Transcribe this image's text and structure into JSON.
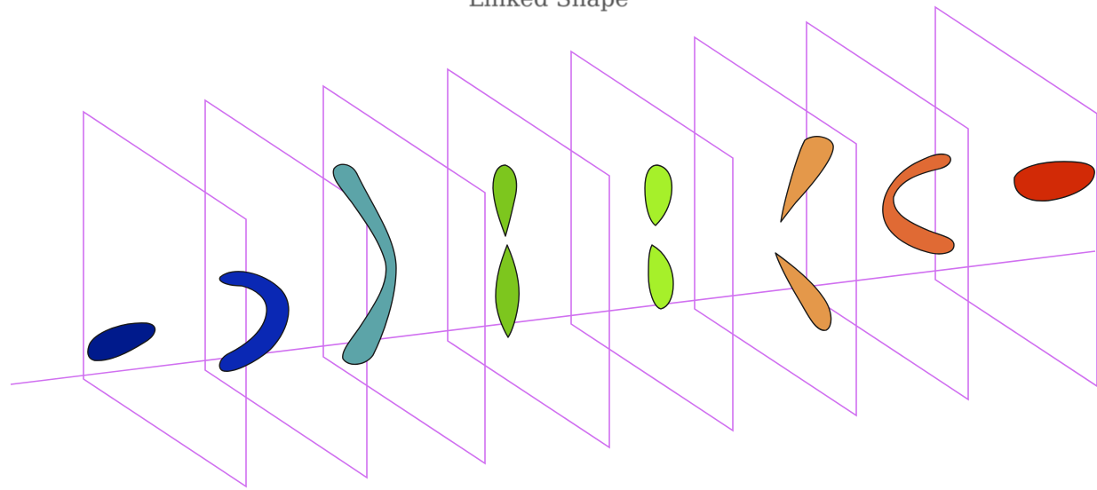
{
  "title": "Linked Shape",
  "palette": {
    "frame": "#d070f0",
    "outline": "#1a1a1a"
  },
  "slices": [
    {
      "index": 1,
      "color": "#001a8c",
      "shape": "ellipse"
    },
    {
      "index": 2,
      "color": "#0a28b4",
      "shape": "arc"
    },
    {
      "index": 3,
      "color": "#5ca4a8",
      "shape": "twisted-ribbon"
    },
    {
      "index": 4,
      "color": "#7dc61e",
      "shape": "two-lobes"
    },
    {
      "index": 5,
      "color": "#a6f02a",
      "shape": "two-lobes"
    },
    {
      "index": 6,
      "color": "#e4984a",
      "shape": "split-wedges"
    },
    {
      "index": 7,
      "color": "#e06a34",
      "shape": "arc"
    },
    {
      "index": 8,
      "color": "#d22a06",
      "shape": "ellipse"
    }
  ]
}
